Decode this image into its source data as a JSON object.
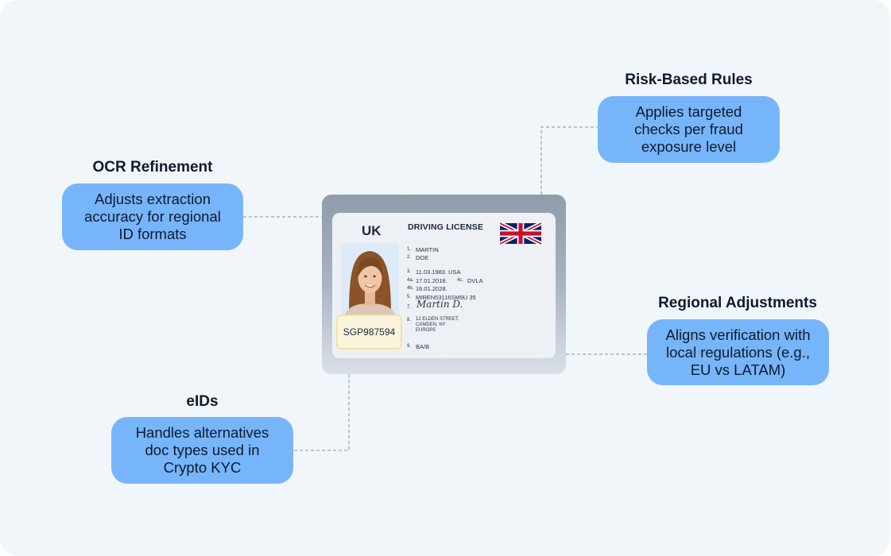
{
  "nodes": {
    "risk": {
      "heading": "Risk-Based Rules",
      "text": "Applies targeted checks per fraud exposure level"
    },
    "ocr": {
      "heading": "OCR Refinement",
      "text": "Adjusts extraction accuracy for regional ID formats"
    },
    "regional": {
      "heading": "Regional Adjustments",
      "text": "Aligns verification with local regulations (e.g., EU vs LATAM)"
    },
    "eids": {
      "heading": "eIDs",
      "text": "Handles alternatives doc types used in Crypto KYC"
    }
  },
  "license": {
    "country": "UK",
    "title": "DRIVING LICENSE",
    "document_number": "SGP987594",
    "fields": [
      {
        "num": "1.",
        "value": "MARTIN"
      },
      {
        "num": "2.",
        "value": "DOE"
      },
      {
        "num": "3.",
        "value": "11.03.1983. USA"
      },
      {
        "num": "4a.",
        "value": "17.01.2018."
      },
      {
        "num": "4c.",
        "value": "DVLA"
      },
      {
        "num": "4b.",
        "value": "16.01.2028."
      },
      {
        "num": "5.",
        "value": "MIREN53116SM9U 35"
      },
      {
        "num": "7.",
        "value": "Martin D."
      },
      {
        "num": "8.",
        "value": "12 ELDEN STREET, CAMDEN, NY EUROPE"
      },
      {
        "num": "9.",
        "value": "BA/B"
      }
    ],
    "address_lines": [
      "12 ELDEN STREET,",
      "CAMDEN, NY",
      "EUROPE"
    ]
  },
  "colors": {
    "bubble": "#77b5fb",
    "background": "#f1f6fb",
    "connector": "#9aa5b4"
  }
}
